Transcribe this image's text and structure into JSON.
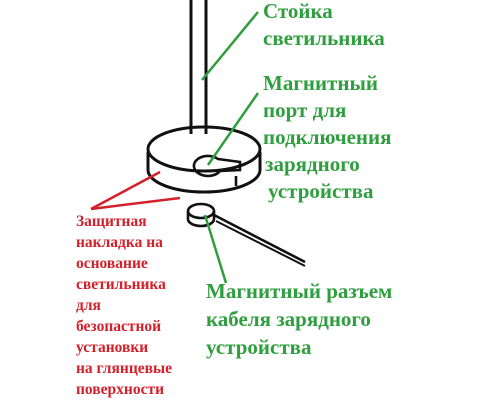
{
  "labels": {
    "stand": [
      "Стойка",
      "светильника"
    ],
    "magnetic_port": [
      "Магнитный",
      "порт для",
      "подключения",
      "зарядного",
      "устройства"
    ],
    "magnetic_connector": [
      "Магнитный разъем",
      "кабеля зарядного",
      "устройства"
    ],
    "protective_pad": [
      "Защитная",
      "накладка на",
      "основание",
      "светильника",
      "для",
      "безопастной",
      "установки",
      "на глянцевые",
      "поверхности"
    ]
  },
  "colors": {
    "label_green": "#2e9e3e",
    "label_red": "#d4202b",
    "drawing": "#111111",
    "background": "#ffffff"
  }
}
